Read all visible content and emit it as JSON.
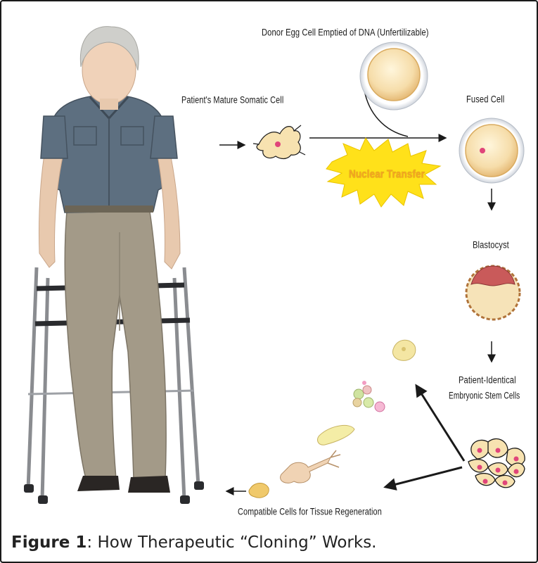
{
  "labels": {
    "donor_egg": "Donor Egg Cell Emptied of DNA (Unfertilizable)",
    "somatic_cell": "Patient's Mature Somatic Cell",
    "fused_cell": "Fused Cell",
    "nuclear_transfer": "Nuclear Transfer",
    "blastocyst": "Blastocyst",
    "stem_cells_line1": "Patient-Identical",
    "stem_cells_line2": "Embryonic Stem Cells",
    "compatible_cells": "Compatible Cells for Tissue Regeneration"
  },
  "caption": {
    "prefix": "Figure 1",
    "text": ": How Therapeutic “Cloning” Works."
  },
  "colors": {
    "cell_fill": "#f7e2b0",
    "cell_edge": "#e2b870",
    "nucleus": "#e0457a",
    "starburst": "#ffe11a",
    "starburst_text": "#f5a623",
    "frame": "#1a1a1a"
  }
}
